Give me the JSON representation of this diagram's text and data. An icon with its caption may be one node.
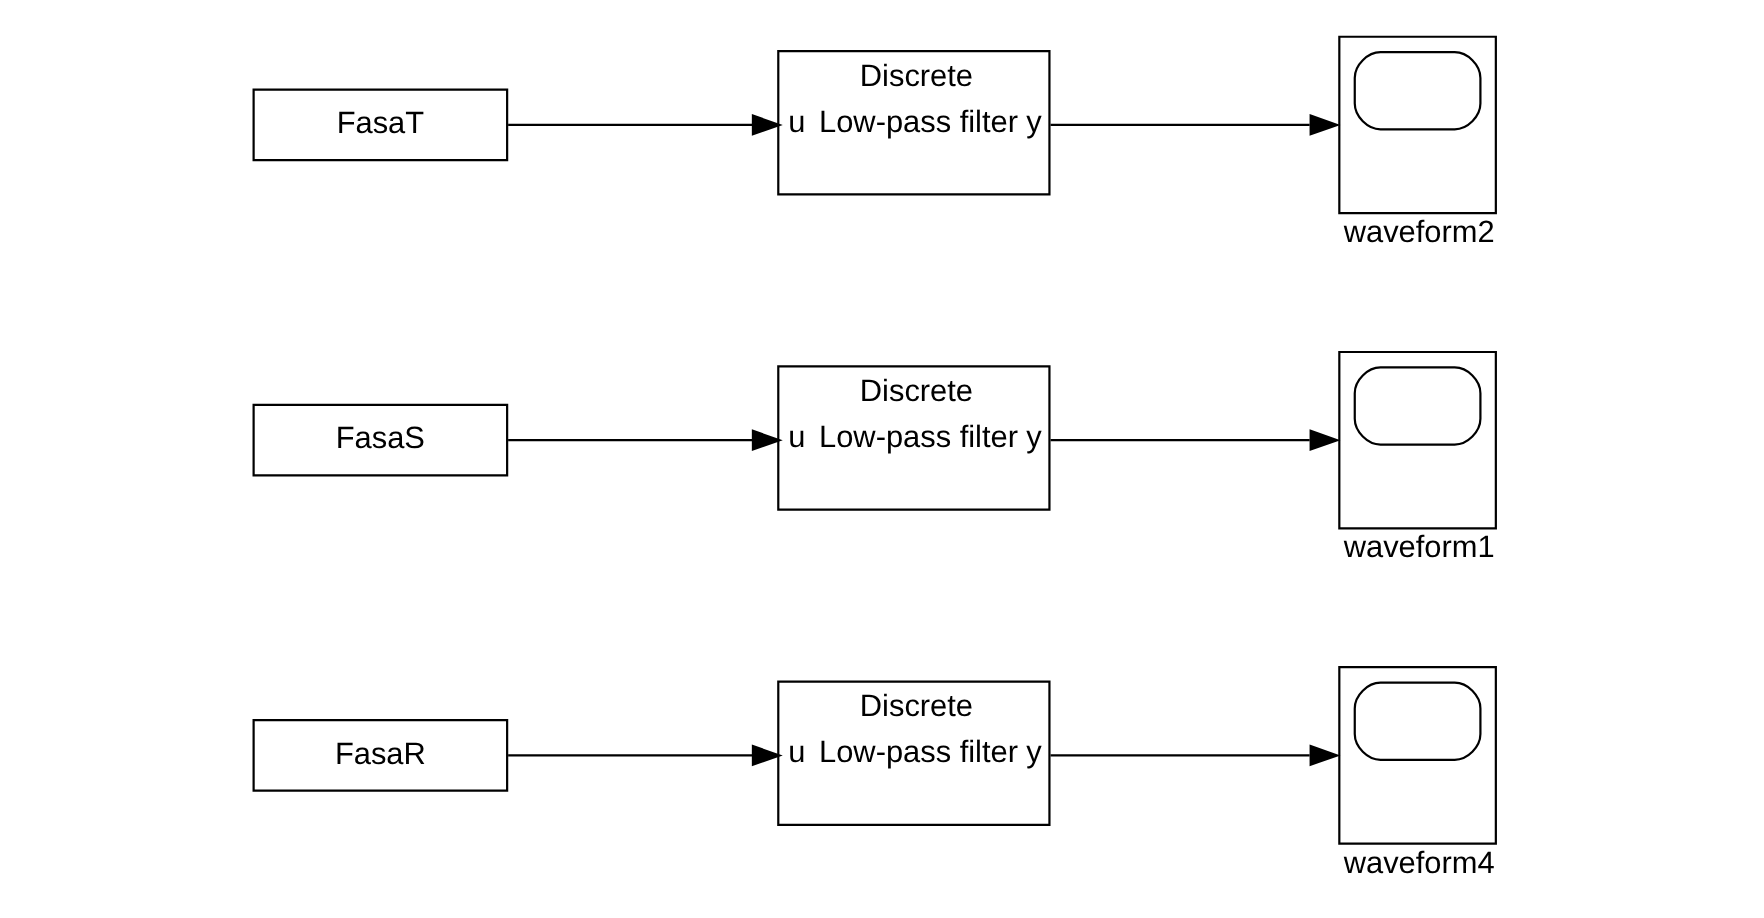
{
  "diagram": {
    "nodes": [
      {
        "text": [
          "FasaR"
        ]
      },
      {
        "text": [
          "Discrete",
          "u",
          "Low-pass filter",
          "y"
        ]
      },
      {
        "text": [],
        "shape": "box",
        "beside": [
          "waveform4"
        ]
      },
      {
        "text": [
          "FasaS"
        ]
      },
      {
        "text": [
          "Discrete",
          "u",
          "Low-pass filter",
          "y"
        ]
      },
      {
        "text": [],
        "shape": "box",
        "beside": [
          "waveform1"
        ]
      },
      {
        "text": [
          "FasaT"
        ]
      },
      {
        "text": [
          "Discrete",
          "u",
          "Low-pass filter",
          "y"
        ]
      },
      {
        "text": [],
        "shape": "box",
        "beside": [
          "waveform2"
        ]
      }
    ],
    "edges": [
      {
        "from": 0,
        "to": 1,
        "arrow": "to"
      },
      {
        "from": 1,
        "to": 2,
        "arrow": "to"
      },
      {
        "from": 3,
        "to": 4,
        "arrow": "to"
      },
      {
        "from": 4,
        "to": 5,
        "arrow": "to"
      },
      {
        "from": 6,
        "to": 7,
        "arrow": "to"
      },
      {
        "from": 7,
        "to": 8,
        "arrow": "to"
      }
    ]
  }
}
